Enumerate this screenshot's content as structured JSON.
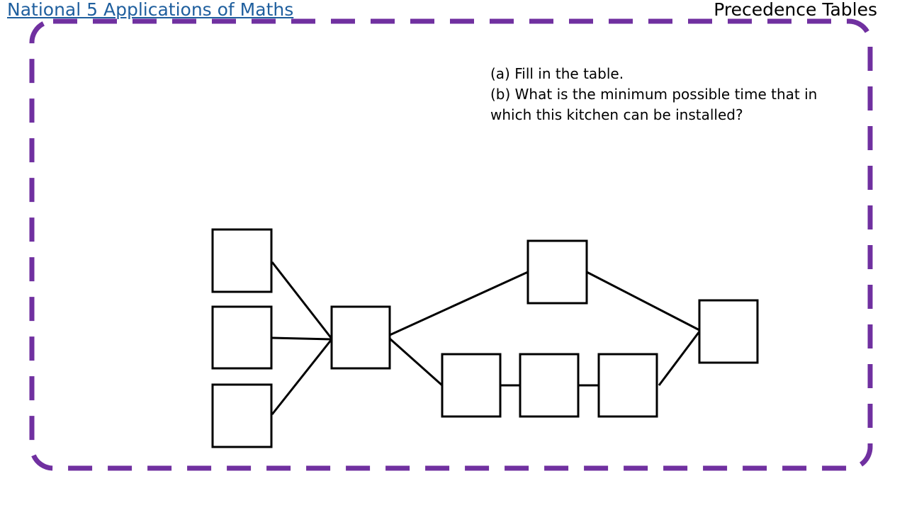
{
  "header": {
    "course_title": "National 5 Applications of Maths",
    "topic_title": "Precedence Tables"
  },
  "colors": {
    "frame": "#7030a0",
    "link": "#1f5f9e",
    "line": "#000000"
  },
  "questions": [
    {
      "text": "(a) Fill in the table."
    },
    {
      "text": "(b) What is the minimum possible time that in which this kitchen can be installed?"
    }
  ]
}
